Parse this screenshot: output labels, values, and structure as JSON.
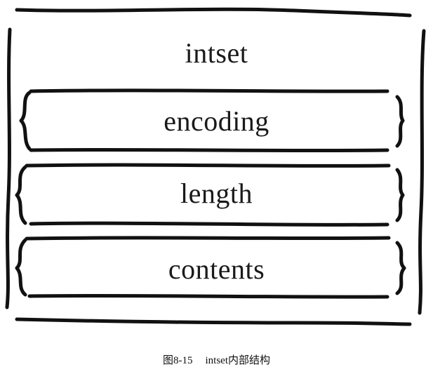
{
  "diagram": {
    "struct_name": "intset",
    "fields": [
      {
        "name": "encoding"
      },
      {
        "name": "length"
      },
      {
        "name": "contents"
      }
    ]
  },
  "caption": {
    "figure_number": "图8-15",
    "text": "intset内部结构"
  },
  "colors": {
    "stroke": "#111111",
    "text": "#1a1a1a",
    "background": "#ffffff"
  }
}
